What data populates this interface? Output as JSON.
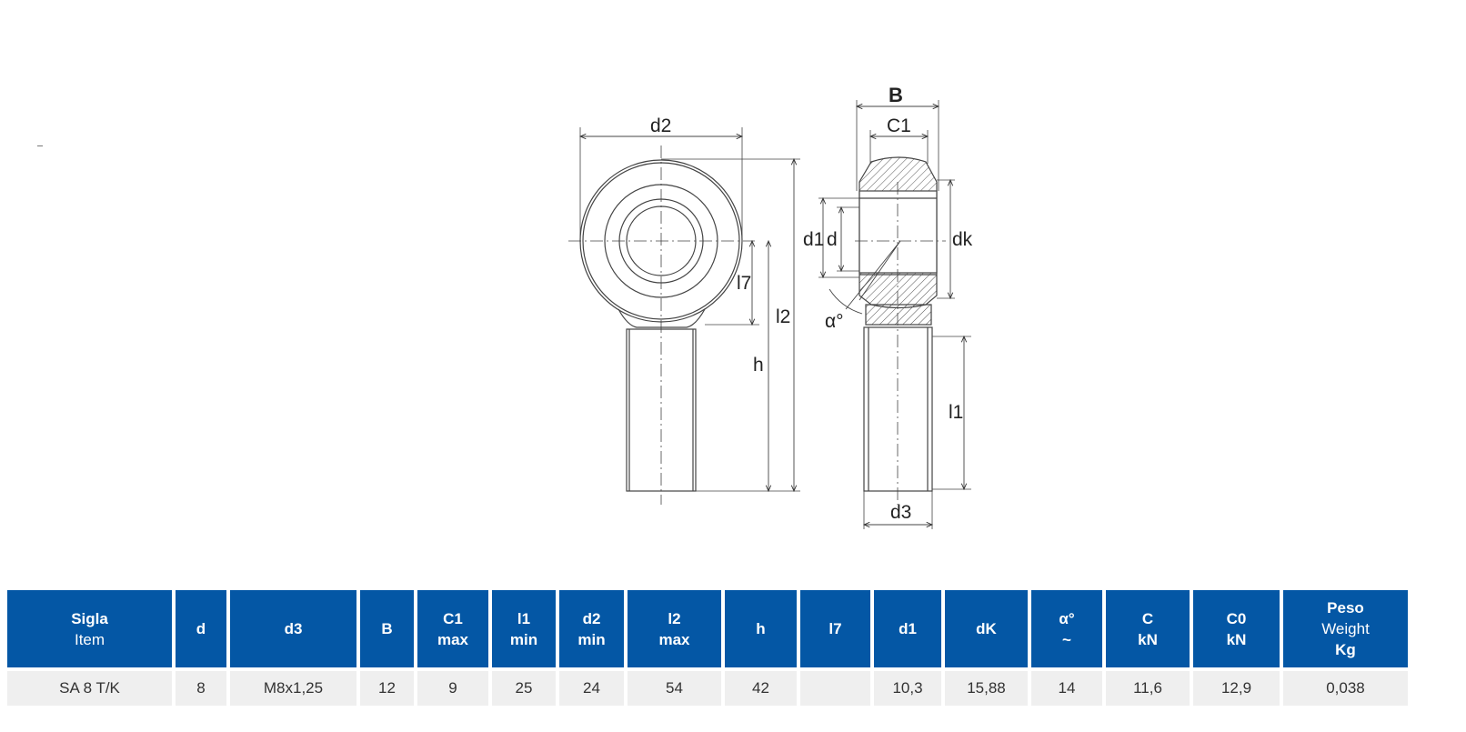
{
  "drawing": {
    "labels": {
      "d2": "d2",
      "l7": "l7",
      "l2": "l2",
      "h": "h",
      "B": "B",
      "C1": "C1",
      "d1": "d1",
      "d": "d",
      "dk": "dk",
      "alpha": "α°",
      "l1": "l1",
      "d3": "d3"
    }
  },
  "table": {
    "headers": [
      {
        "top": "Sigla",
        "bottom": "Item"
      },
      {
        "top": "d"
      },
      {
        "top": "d3"
      },
      {
        "top": "B"
      },
      {
        "top": "C1",
        "mid": "max"
      },
      {
        "top": "l1",
        "mid": "min"
      },
      {
        "top": "d2",
        "mid": "min"
      },
      {
        "top": "l2",
        "mid": "max"
      },
      {
        "top": "h"
      },
      {
        "top": "l7"
      },
      {
        "top": "d1"
      },
      {
        "top": "dK"
      },
      {
        "top": "α°",
        "mid": "~"
      },
      {
        "top": "C",
        "mid": "kN"
      },
      {
        "top": "C0",
        "mid": "kN"
      },
      {
        "top": "Peso",
        "bottom": "Weight",
        "last": "Kg"
      }
    ],
    "rows": [
      [
        "SA 8 T/K",
        "8",
        "M8x1,25",
        "12",
        "9",
        "25",
        "24",
        "54",
        "42",
        "",
        "10,3",
        "15,88",
        "14",
        "11,6",
        "12,9",
        "0,038"
      ]
    ]
  }
}
